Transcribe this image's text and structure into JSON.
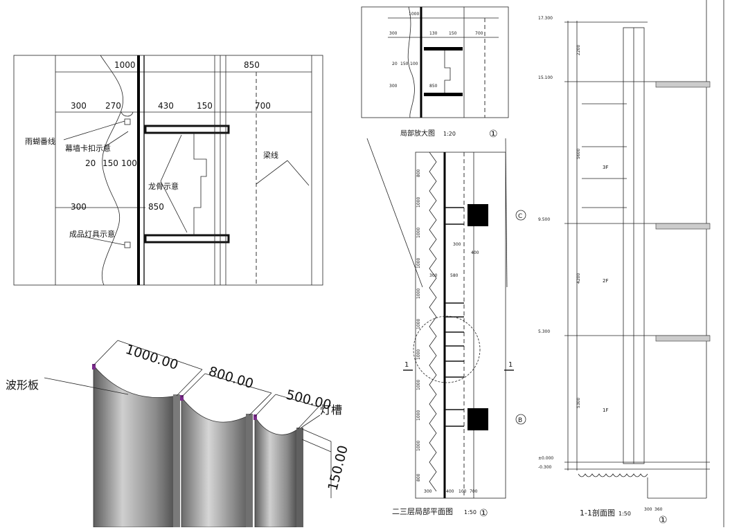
{
  "detail_top_left": {
    "dims_row1": [
      "1000",
      "850"
    ],
    "dims_row2": [
      "300",
      "270",
      "430",
      "150",
      "700"
    ],
    "dims_row3": [
      "20",
      "150",
      "100"
    ],
    "dims_row4": [
      "300",
      "850"
    ],
    "labels": {
      "rain_channel": "雨蝴番线",
      "clip": "幕墙卡扣示意",
      "keel": "龙骨示意",
      "beam_line": "梁线",
      "lamp": "成品灯具示意"
    }
  },
  "render_3d": {
    "dims": [
      "1000.00",
      "800.00",
      "500.00",
      "150.00"
    ],
    "labels": {
      "wave_panel": "波形板",
      "lamp_slot": "灯槽"
    }
  },
  "plan_small": {
    "title": "局部放大图",
    "scale": "1:20",
    "axis": "①",
    "dims": [
      "1000",
      "300",
      "130",
      "150",
      "700",
      "20",
      "150",
      "100",
      "300",
      "850"
    ]
  },
  "plan_long": {
    "title": "二三层局部平面图",
    "scale": "1:50",
    "axis": "①",
    "axis_c": "C",
    "axis_b": "B",
    "section_mark": "1",
    "dims_left": [
      "800",
      "1000",
      "1000",
      "1000",
      "1000",
      "1000",
      "1000",
      "1000",
      "1000",
      "1000",
      "800"
    ],
    "dims_bottom": [
      "300",
      "400",
      "100",
      "700"
    ],
    "dim_notes": [
      "300",
      "400",
      "300",
      "580"
    ]
  },
  "section": {
    "title": "1-1剖面图",
    "scale": "1:50",
    "axis": "①",
    "levels": [
      "17.300",
      "15.100",
      "9.500",
      "5.300",
      "±0.000",
      "-0.300"
    ],
    "floors": [
      "3F",
      "2F",
      "1F"
    ],
    "dims_vertical": [
      "2200",
      "5600",
      "4200",
      "5300"
    ],
    "dims_bottom": [
      "300",
      "360"
    ]
  }
}
